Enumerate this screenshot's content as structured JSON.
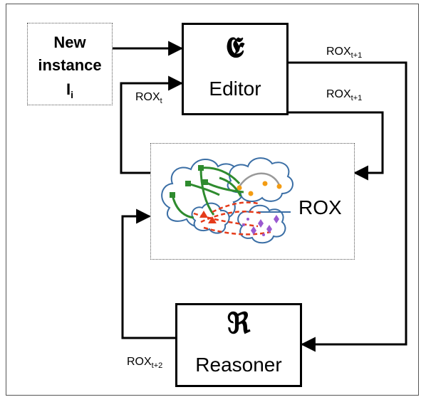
{
  "new_instance": {
    "line1": "New",
    "line2": "instance",
    "line3": "I",
    "line3_sub": "i"
  },
  "editor": {
    "glyph": "𝕰",
    "label": "Editor"
  },
  "reasoner": {
    "glyph": "ℜ",
    "label": "Reasoner"
  },
  "rox": {
    "label": "ROX"
  },
  "edge_labels": {
    "rox_t1_top": {
      "main": "ROX",
      "sub": "t+1"
    },
    "rox_t1_mid": {
      "main": "ROX",
      "sub": "t+1"
    },
    "rox_t": {
      "main": "ROX",
      "sub": "t"
    },
    "rox_t2": {
      "main": "ROX",
      "sub": "t+2"
    }
  },
  "colors": {
    "stroke": "#000000",
    "cloud": "#3a6ea5",
    "green": "#2e8b2e",
    "red": "#e53b1a",
    "orange": "#f39c12",
    "purple": "#9b59d0",
    "gray": "#999999"
  }
}
